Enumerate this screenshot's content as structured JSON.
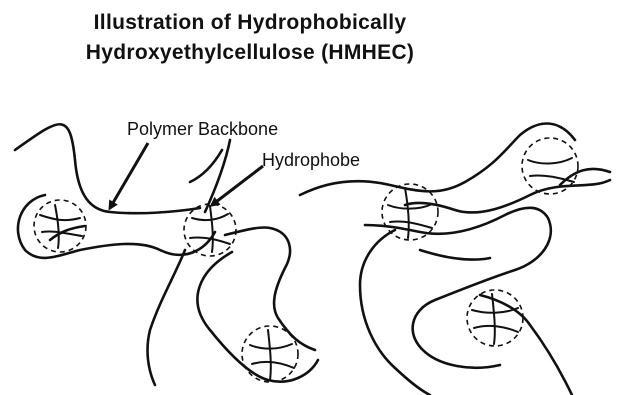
{
  "title": {
    "line1": "Illustration of Hydrophobically",
    "line2": "Hydroxyethylcellulose (HMHEC)"
  },
  "labels": {
    "polymer_backbone": "Polymer Backbone",
    "hydrophobe": "Hydrophobe"
  },
  "colors": {
    "ink": "#111111",
    "background": "#ffffff"
  }
}
